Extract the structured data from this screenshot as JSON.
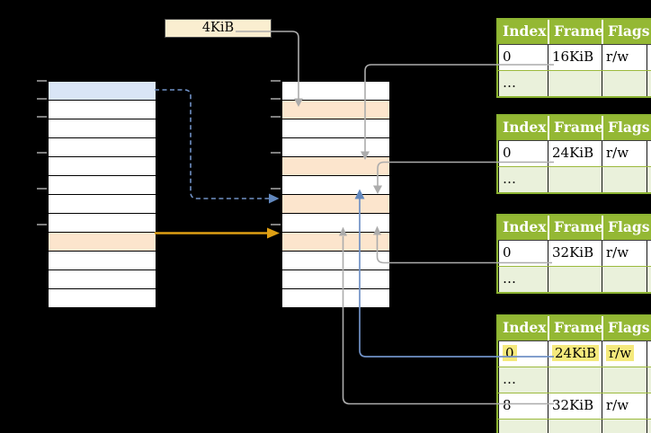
{
  "colors": {
    "header_green": "#94B834",
    "shaded_row_green": "#EAF1DB",
    "table_border_green": "#8CB432",
    "highlight_yellow": "#F5E97C",
    "page_blue": "#D9E5F6",
    "page_orange": "#FCE5CD",
    "arrow_orange": "#DFA014",
    "arrow_blue": "#7091C6",
    "arrow_gray": "#ACACAC"
  },
  "root_pointer": {
    "label": "4KiB"
  },
  "virtual_memory_column": {
    "row_count": 12,
    "blue_rows": [
      0
    ],
    "orange_rows": [
      8
    ],
    "tick_offsets": [
      0,
      20,
      40,
      80,
      120,
      160
    ]
  },
  "physical_memory_column": {
    "row_count": 12,
    "orange_rows": [
      1,
      4,
      6,
      8
    ],
    "tick_offsets": [
      0,
      20,
      40,
      80,
      120,
      160
    ]
  },
  "page_tables": [
    {
      "headers": [
        "Index",
        "Frame",
        "Flags"
      ],
      "rows": [
        {
          "cells": [
            "0",
            "16KiB",
            "r/w"
          ]
        },
        {
          "cells": [
            "…",
            "",
            ""
          ],
          "shaded": true
        }
      ]
    },
    {
      "headers": [
        "Index",
        "Frame",
        "Flags"
      ],
      "rows": [
        {
          "cells": [
            "0",
            "24KiB",
            "r/w"
          ]
        },
        {
          "cells": [
            "…",
            "",
            ""
          ],
          "shaded": true
        }
      ]
    },
    {
      "headers": [
        "Index",
        "Frame",
        "Flags"
      ],
      "rows": [
        {
          "cells": [
            "0",
            "32KiB",
            "r/w"
          ]
        },
        {
          "cells": [
            "…",
            "",
            ""
          ],
          "shaded": true
        }
      ]
    },
    {
      "headers": [
        "Index",
        "Frame",
        "Flags"
      ],
      "rows": [
        {
          "cells": [
            "0",
            "24KiB",
            "r/w"
          ],
          "highlighted": true
        },
        {
          "cells": [
            "…",
            "",
            ""
          ],
          "shaded": true
        },
        {
          "cells": [
            "8",
            "32KiB",
            "r/w"
          ]
        },
        {
          "cells": [
            "…",
            "",
            ""
          ],
          "shaded": true
        }
      ]
    }
  ]
}
